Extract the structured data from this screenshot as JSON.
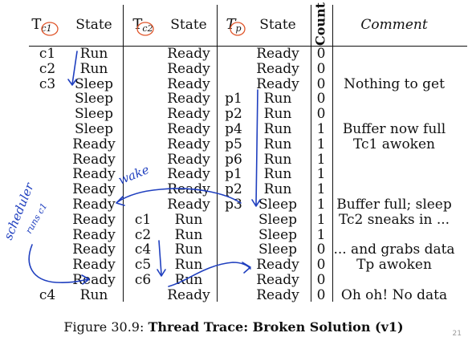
{
  "headers": {
    "tc1_symbol": "T",
    "tc1_sub": "c1",
    "tc2_symbol": "T",
    "tc2_sub": "c2",
    "tp_symbol": "T",
    "tp_sub": "p",
    "state": "State",
    "count": "Count",
    "comment": "Comment"
  },
  "rows": [
    [
      "c1",
      "Run",
      "",
      "Ready",
      "",
      "Ready",
      "0",
      ""
    ],
    [
      "c2",
      "Run",
      "",
      "Ready",
      "",
      "Ready",
      "0",
      ""
    ],
    [
      "c3",
      "Sleep",
      "",
      "Ready",
      "",
      "Ready",
      "0",
      "Nothing to get"
    ],
    [
      "",
      "Sleep",
      "",
      "Ready",
      "p1",
      "Run",
      "0",
      ""
    ],
    [
      "",
      "Sleep",
      "",
      "Ready",
      "p2",
      "Run",
      "0",
      ""
    ],
    [
      "",
      "Sleep",
      "",
      "Ready",
      "p4",
      "Run",
      "1",
      "Buffer now full"
    ],
    [
      "",
      "Ready",
      "",
      "Ready",
      "p5",
      "Run",
      "1",
      "Tc1 awoken"
    ],
    [
      "",
      "Ready",
      "",
      "Ready",
      "p6",
      "Run",
      "1",
      ""
    ],
    [
      "",
      "Ready",
      "",
      "Ready",
      "p1",
      "Run",
      "1",
      ""
    ],
    [
      "",
      "Ready",
      "",
      "Ready",
      "p2",
      "Run",
      "1",
      ""
    ],
    [
      "",
      "Ready",
      "",
      "Ready",
      "p3",
      "Sleep",
      "1",
      "Buffer full; sleep"
    ],
    [
      "",
      "Ready",
      "c1",
      "Run",
      "",
      "Sleep",
      "1",
      "Tc2 sneaks in ..."
    ],
    [
      "",
      "Ready",
      "c2",
      "Run",
      "",
      "Sleep",
      "1",
      ""
    ],
    [
      "",
      "Ready",
      "c4",
      "Run",
      "",
      "Sleep",
      "0",
      "... and grabs data"
    ],
    [
      "",
      "Ready",
      "c5",
      "Run",
      "",
      "Ready",
      "0",
      "Tp awoken"
    ],
    [
      "",
      "Ready",
      "c6",
      "Run",
      "",
      "Ready",
      "0",
      ""
    ],
    [
      "c4",
      "Run",
      "",
      "Ready",
      "",
      "Ready",
      "0",
      "Oh oh! No data"
    ]
  ],
  "annotations": {
    "wake": "wake",
    "scheduler": "scheduler",
    "runs": "runs c1"
  },
  "caption": {
    "prefix": "Figure 30.9: ",
    "title": "Thread Trace: Broken Solution (v1)"
  },
  "page_number": "21",
  "colors": {
    "pen_blue": "#1f3fbf",
    "circle_red": "#e0552a"
  }
}
